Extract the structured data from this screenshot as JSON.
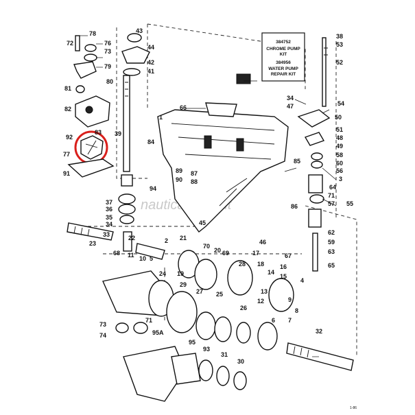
{
  "watermark": "nauticabasile.it",
  "kit_box": {
    "line1": "384752",
    "line2": "CHROME PUMP",
    "line3": "KIT",
    "line4": "384956",
    "line5": "WATER PUMP",
    "line6": "REPAIR KIT"
  },
  "highlight_color": "#d9201c",
  "labels": {
    "l78": "78",
    "l72": "72",
    "l76": "76",
    "l73": "73",
    "l79": "79",
    "l81": "81",
    "l80": "80",
    "l82": "82",
    "l83": "83",
    "l92": "92",
    "l77": "77",
    "l91": "91",
    "l43": "43",
    "l44": "44",
    "l42": "42",
    "l41": "41",
    "l39": "39",
    "l66": "66",
    "l1": "1",
    "l84": "84",
    "l89": "89",
    "l90": "90",
    "l87": "87",
    "l88": "88",
    "l94": "94",
    "l37": "37",
    "l36": "36",
    "l35": "35",
    "l34": "34",
    "l33": "33",
    "l23": "23",
    "l68": "68",
    "l22": "22",
    "l2": "2",
    "l21": "21",
    "l11": "11",
    "l10": "10",
    "l5": "5",
    "l70": "70",
    "l20": "20",
    "l69": "69",
    "l19": "19",
    "l24": "24",
    "l28": "28",
    "l17": "17",
    "l18": "18",
    "l46": "46",
    "l14": "14",
    "l16": "16",
    "l15": "15",
    "l13": "13",
    "l12": "12",
    "l25": "25",
    "l45": "45",
    "l86": "86",
    "l85": "85",
    "l38": "38",
    "l53": "53",
    "l52": "52",
    "l54": "54",
    "l47": "47",
    "l50": "50",
    "l51": "51",
    "l48": "48",
    "l49": "49",
    "l58": "58",
    "l60": "60",
    "l56": "56",
    "l3": "3",
    "l64": "64",
    "l57": "57",
    "l55": "55",
    "l62": "62",
    "l59": "59",
    "l63": "63",
    "l65": "65",
    "l4": "4",
    "l9": "9",
    "l8": "8",
    "l7": "7",
    "l6": "6",
    "l29": "29",
    "l27": "27",
    "l26": "26",
    "l31": "31",
    "l30": "30",
    "l32": "32",
    "l93": "93",
    "l95": "95",
    "l95a": "95A",
    "l71": "71",
    "l74": "74",
    "l73b": "73",
    "l67": "67"
  },
  "corner_code": "1-86"
}
